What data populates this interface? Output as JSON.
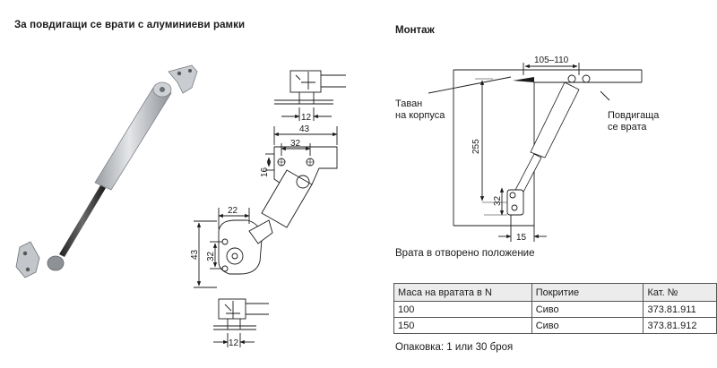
{
  "header": {
    "left_title": "За повдигащи се врати с алуминиеви рамки",
    "right_title": "Монтаж"
  },
  "detail_dims": {
    "top_width": "12",
    "bracket_width": "43",
    "hole_spacing": "32",
    "hole_height": "16",
    "offset": "22",
    "lower_height": "43",
    "lower_spacing": "32",
    "bottom_width": "12"
  },
  "mount_drawing": {
    "gap": "105–110",
    "ceiling_label_1": "Таван",
    "ceiling_label_2": "на корпуса",
    "height": "255",
    "lower": "32",
    "bottom": "15",
    "door_label_1": "Повдигаща",
    "door_label_2": "се врата"
  },
  "door_open_caption": "Врата в отворено положение",
  "table": {
    "headers": [
      "Маса на вратата в N",
      "Покритие",
      "Кат. №"
    ],
    "rows": [
      [
        "100",
        "Сиво",
        "373.81.911"
      ],
      [
        "150",
        "Сиво",
        "373.81.912"
      ]
    ]
  },
  "packing": "Опаковка: 1 или 30 броя"
}
